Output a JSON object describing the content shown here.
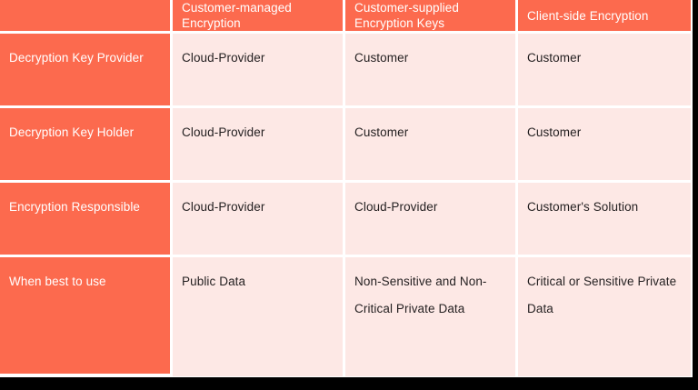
{
  "table": {
    "title_cell": "",
    "columns": [
      "",
      "Customer-managed Encryption",
      "Customer-supplied Encryption Keys",
      "Client-side Encryption"
    ],
    "rows": [
      {
        "label": "Decryption Key Provider",
        "cells": [
          "Cloud-Provider",
          "Customer",
          "Customer"
        ]
      },
      {
        "label": "Decryption Key Holder",
        "cells": [
          "Cloud-Provider",
          "Customer",
          "Customer"
        ]
      },
      {
        "label": "Encryption Responsible",
        "cells": [
          "Cloud-Provider",
          "Cloud-Provider",
          "Customer's Solution"
        ]
      },
      {
        "label": "When best to use",
        "cells": [
          "Public Data",
          "Non-Sensitive and Non-Critical Private Data",
          "Critical or Sensitive Private Data"
        ]
      }
    ]
  },
  "colors": {
    "header_background": "#FC6A4E",
    "header_text": "#FFFFFF",
    "cell_background": "#FDE8E5",
    "cell_text": "#231F20",
    "grid_line": "#FFFFFF",
    "page_background": "#FFFFFF",
    "outer_background": "#000000"
  }
}
